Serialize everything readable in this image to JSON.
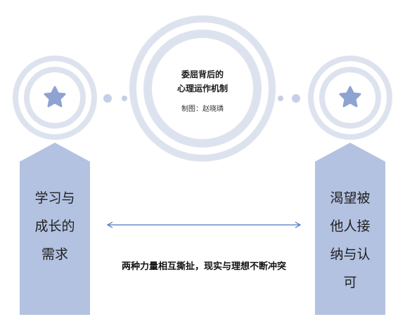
{
  "center": {
    "title_line1": "委屈背后的",
    "title_line2": "心理运作机制",
    "credit": "制图：赵晓璘"
  },
  "left_panel": {
    "lines": [
      "学习与",
      "成长的",
      "需求"
    ],
    "icon": "star-icon"
  },
  "right_panel": {
    "lines": [
      "渴望被",
      "他人接",
      "纳与认",
      "可"
    ],
    "icon": "star-icon"
  },
  "tension_text": "两种力量相互撕扯，现实与理想不断冲突",
  "colors": {
    "ring_outer": "#dde3ee",
    "ring_white": "#ffffff",
    "panel_fill": "#b3c2e1",
    "star_fill": "#8ea3d2",
    "dot_fill": "#c5cfe5",
    "arrow_color": "#4f74c6"
  }
}
